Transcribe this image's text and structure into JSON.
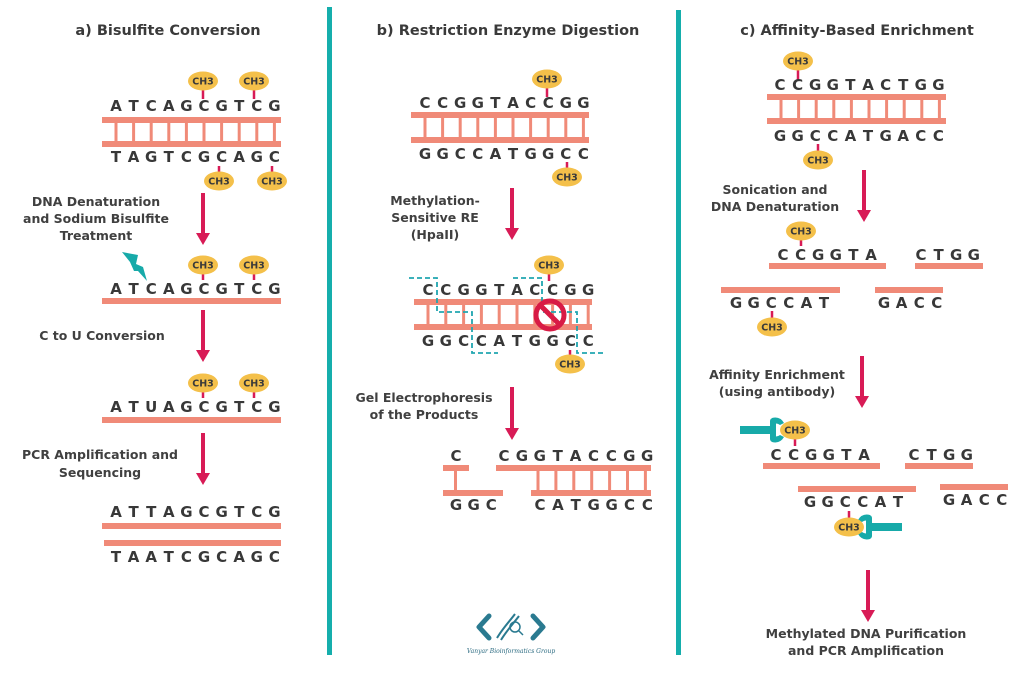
{
  "colors": {
    "strand": "#f08a78",
    "arrow": "#d81b56",
    "ch3_fill": "#f4c04a",
    "ch3_stem": "#d81b56",
    "divider": "#15aeac",
    "teal": "#17aaa9",
    "text": "#3a3a3a",
    "highlight_teal": "#17a3a3",
    "highlight_red": "#d81b56",
    "no_sign": "#d81b45",
    "cut_line": "#20a6b0"
  },
  "methyl_label": "CH3",
  "panels": {
    "a": {
      "title": "a) Bisulfite Conversion",
      "original_top": "ATCAGCGTCG",
      "original_bottom": "TAGTCGCAGC",
      "step1": [
        "DNA Denaturation",
        "and Sodium Bisulfite",
        "Treatment"
      ],
      "treated_strand": "ATCAGCGTCG",
      "step2": [
        "C to U Conversion"
      ],
      "converted_strand": "ATUAGCGTCG",
      "step3": [
        "PCR Amplification and",
        "Sequencing"
      ],
      "sequenced_top": "ATTAGCGTCG",
      "sequenced_bottom": "TAATCGCAGC"
    },
    "b": {
      "title": "b) Restriction Enzyme Digestion",
      "original_top": "CCGGTACCGG",
      "original_bottom": "GGCCATGGCC",
      "step1": [
        "Methylation-",
        "Sensitive RE",
        "(HpaII)"
      ],
      "digest_top": "CCGGTACCGG",
      "digest_bottom": "GGCCATGGCC",
      "step2": [
        "Gel Electrophoresis",
        "of the Products"
      ],
      "frag1_top": "C",
      "frag1_bottom": "GGC",
      "frag2_top": "CGGTACCGG",
      "frag2_bottom": "CATGGCC"
    },
    "c": {
      "title": "c) Affinity-Based Enrichment",
      "original_top": "CCGGTACTGG",
      "original_bottom": "GGCCATGACC",
      "step1": [
        "Sonication and",
        "DNA Denaturation"
      ],
      "frag_top_left": "CCGGTA",
      "frag_top_right": "CTGG",
      "frag_bottom_left": "GGCCAT",
      "frag_bottom_right": "GACC",
      "step2": [
        "Affinity Enrichment",
        "(using antibody)"
      ],
      "step3": [
        "Methylated DNA Purification",
        "and PCR Amplification"
      ]
    }
  },
  "logo": {
    "text": "Vanyar Bioinformatics Group"
  }
}
